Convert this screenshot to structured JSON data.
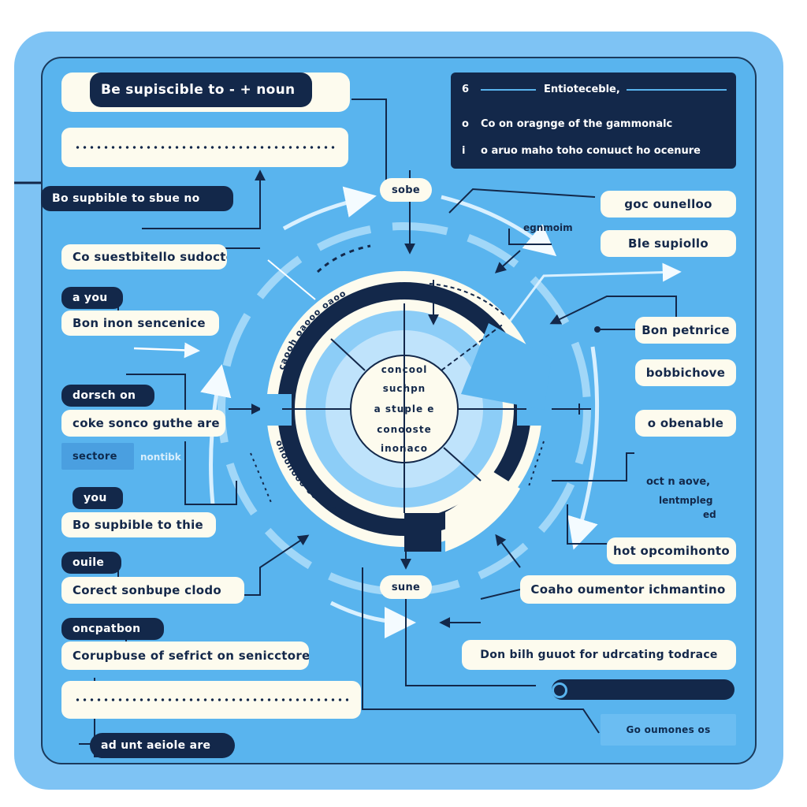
{
  "left": {
    "top_title": "Be supiscible to - + noun",
    "dark1": "Bo supbible to sbue no",
    "item1": "Co suestbitello sudocto",
    "you1": "a you",
    "item2": "Bon inon sencenice",
    "dorsch": "dorsch on",
    "item3": "coke sonco guthe are",
    "sectore": "sectore",
    "sectore_note": "nontibk",
    "you2": "you",
    "item4": "Bo supbible to thie",
    "ouile": "ouile",
    "item5": "Corect sonbupe clodo",
    "oncpatbon": "oncpatbon",
    "item6": "Corupbuse of sefrict on senicctore",
    "bottom_dark": "ad unt aeiole are"
  },
  "note_box": {
    "row1_marker": "6",
    "row1_text": "Entioteceble,",
    "row2_marker": "o",
    "row2_text": "Co on oragnge of the gammonalc",
    "row3_marker": "i",
    "row3_text": "o aruo maho toho conuuct ho ocenure"
  },
  "right": {
    "r1": "goc ounelloo",
    "sub_label": "egnmoim",
    "r2": "Ble supiollo",
    "r3": "Bon petnrice",
    "r4": "bobbichove",
    "r5": "o obenable",
    "text1": "oct n aove,",
    "text2": "lentmpleg",
    "text3": "ed",
    "r6": "hot opcomihonto",
    "r7": "Coaho oumentor ichmantino",
    "r8": "Don bilh guuot for udrcating todrace",
    "r9": "Go oumones os"
  },
  "center": {
    "top_label": "sobe",
    "bottom_label": "sune",
    "line1": "concool",
    "line2": "suchpn",
    "line3": "a stuple e",
    "line4": "conooste",
    "line5": "inonaco",
    "arc_upper": "caooh oaooo oaoo",
    "arc_lower": "onoonooo oo oaoo"
  },
  "colors": {
    "panel_outer": "#7ec3f4",
    "panel_inner": "#59b4ee",
    "navy": "#13284a",
    "cream": "#fdfbee",
    "ring_mid": "#8ccdf7",
    "ring_inner": "#bfe3fb"
  }
}
